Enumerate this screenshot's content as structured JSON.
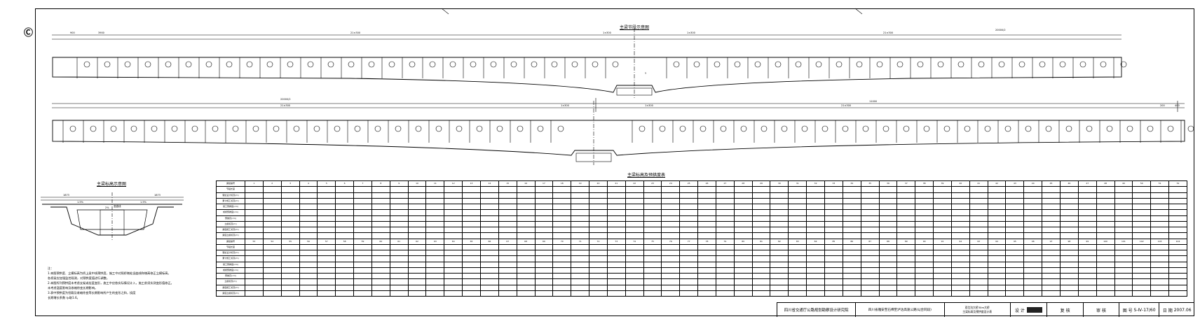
{
  "drawing": {
    "logo": "Ⓒ",
    "elevation_title": "主梁节段示意图",
    "table_title": "主梁标高及预拱度表",
    "section_title": "主梁标高示意图",
    "top_dims": [
      "900",
      "3900",
      "21×300",
      "1×300",
      "1×300",
      "21×300",
      "20000/2"
    ],
    "mid_dims": [
      "20000/2",
      "21×300",
      "1×300",
      "1×300",
      "11000",
      "21×300",
      "200",
      "400"
    ],
    "section_dims": [
      "1873",
      "1873",
      "1.5%",
      "1.5%",
      "竖直线",
      "2%"
    ],
    "bottom_pier_label": "Y"
  },
  "table": {
    "row_labels": [
      "梁段编号",
      "节段长度",
      "理论设计标高(m)",
      "累计施工标高(m)",
      "施工预拱度(cm)",
      "成桥预拱度(cm)",
      "预抛高(cm)",
      "立模标高(m)",
      "梁底施工标高(m)",
      "梁底立模标高(m)",
      "梁段编号",
      "节段长度",
      "理论设计标高(m)",
      "累计施工标高(m)",
      "施工预拱度(cm)",
      "成桥预拱度(cm)",
      "预抛高(cm)",
      "立模标高(m)",
      "梁底施工标高(m)",
      "梁底立模标高(m)"
    ],
    "segments_a": [
      "1",
      "2",
      "3",
      "4",
      "5",
      "6",
      "7",
      "8",
      "9",
      "10",
      "11",
      "12",
      "13",
      "14",
      "15",
      "16",
      "17",
      "18",
      "19",
      "20",
      "21",
      "22",
      "23",
      "24",
      "25",
      "26",
      "27",
      "28",
      "29",
      "30",
      "31",
      "32",
      "33",
      "34",
      "35",
      "36",
      "37",
      "38",
      "39",
      "40",
      "41",
      "42",
      "43",
      "44",
      "45",
      "46",
      "47",
      "48",
      "49",
      "50",
      "51",
      "52"
    ],
    "segments_b": [
      "53",
      "54",
      "55",
      "56",
      "57",
      "58",
      "59",
      "60",
      "61",
      "62",
      "63",
      "64",
      "65",
      "66",
      "67",
      "68",
      "69",
      "70",
      "71",
      "72",
      "73",
      "74",
      "75",
      "76",
      "77",
      "78",
      "79",
      "80",
      "81",
      "82",
      "83",
      "84",
      "85",
      "86",
      "87",
      "88",
      "89",
      "90",
      "91",
      "92",
      "93",
      "94",
      "95",
      "96",
      "97",
      "98",
      "99",
      "100",
      "101",
      "102",
      "103",
      "104"
    ]
  },
  "notes": {
    "heading": "注：",
    "lines": [
      "1.本图预拱度、立模标高为桥上梁中线预拱度，施工中对照桥墩处竖曲线和墩高修正立模标高。",
      "各桥梁应加强监控观测，对预拱度值进行调整。",
      "2.本图所列预拱度未考虑支架或挂篮变形，施工中应依实际情况计入，施工前须实测变形值修正。",
      "未考虑温度影响及收缩徐变长期影响。",
      "3.表中预拱度为恒载及收缩徐变等长期影响所产生的变形之和，挠度",
      "长期增长系数 η₀取1.6。"
    ]
  },
  "titleblock": {
    "org": "四川省交通厅公路规划勘察设计研究院",
    "project": "四川省雅安至石棉至泸沽高速公路(LJ合同段)",
    "drawing_name_1": "双岔沟大桥30m大桥",
    "drawing_name_2": "主梁标高及预拱度设计表",
    "design_label": "设 计",
    "review_label": "复 核",
    "approve_label": "审 核",
    "drawing_no_label": "图 号",
    "drawing_no": "S-Ⅳ-17/60",
    "date_label": "日 期",
    "date": "2007.06"
  }
}
